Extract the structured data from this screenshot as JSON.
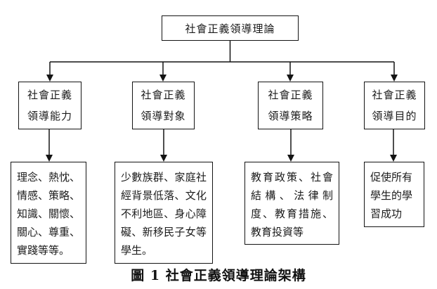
{
  "diagram": {
    "root": {
      "label": "社會正義領導理論"
    },
    "branches": [
      {
        "title_lines": [
          "社會正義",
          "領導能力"
        ],
        "detail_lines": [
          "理念、熱忱、",
          "情感、策略、",
          "知識、關懷、",
          "關心、尊重、",
          "實踐等等。"
        ]
      },
      {
        "title_lines": [
          "社會正義",
          "領導對象"
        ],
        "detail_lines": [
          "少數族群、家庭社",
          "經背景低落、文化",
          "不利地區、身心障",
          "礙、新移民子女等",
          "學生。"
        ]
      },
      {
        "title_lines": [
          "社會正義",
          "領導策略"
        ],
        "detail_lines": [
          "教育政策、社會",
          "結構、法律制",
          "度、教育措施、",
          "教育投資等"
        ]
      },
      {
        "title_lines": [
          "社會正義",
          "領導目的"
        ],
        "detail_lines": [
          "促使所有",
          "學生的學",
          "習成功"
        ]
      }
    ],
    "caption": "圖 1  社會正義領導理論架構",
    "colors": {
      "line": "#141414",
      "text": "#1c1c1c",
      "background": "#ffffff"
    }
  }
}
